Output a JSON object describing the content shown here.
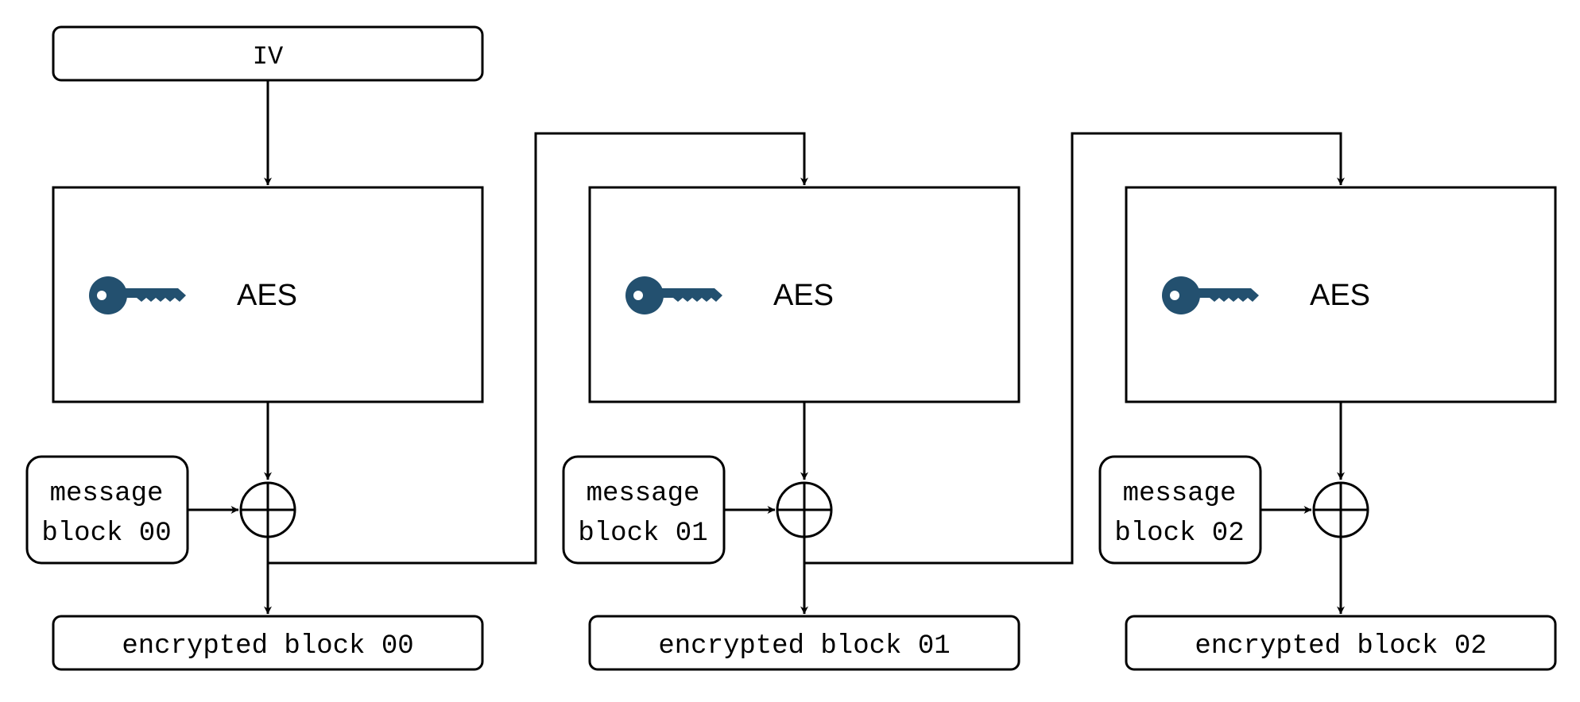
{
  "iv": {
    "label": "IV"
  },
  "stages": [
    {
      "cipher_label": "AES",
      "message_line1": "message",
      "message_line2": "block 00",
      "output_label": "encrypted block 00"
    },
    {
      "cipher_label": "AES",
      "message_line1": "message",
      "message_line2": "block 01",
      "output_label": "encrypted block 01"
    },
    {
      "cipher_label": "AES",
      "message_line1": "message",
      "message_line2": "block 02",
      "output_label": "encrypted block 02"
    }
  ],
  "icons": {
    "key": "key-icon",
    "xor": "xor-icon"
  },
  "colors": {
    "stroke": "#000000",
    "key": "#23506f",
    "background": "#ffffff"
  }
}
